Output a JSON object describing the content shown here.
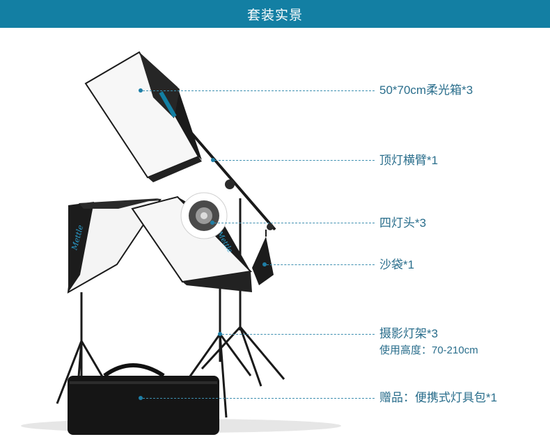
{
  "banner": {
    "title": "套装实景"
  },
  "callouts": [
    {
      "label": "50*70cm柔光箱*3"
    },
    {
      "label": "顶灯横臂*1"
    },
    {
      "label": "四灯头*3"
    },
    {
      "label": "沙袋*1"
    },
    {
      "label": "摄影灯架*3",
      "sub": "使用高度：70-210cm"
    },
    {
      "label": "赠品：便携式灯具包*1"
    }
  ],
  "product": {
    "brand_logo_text": "Mettle"
  },
  "colors": {
    "banner": "#137fa3",
    "callout": "#2a6e8c"
  }
}
